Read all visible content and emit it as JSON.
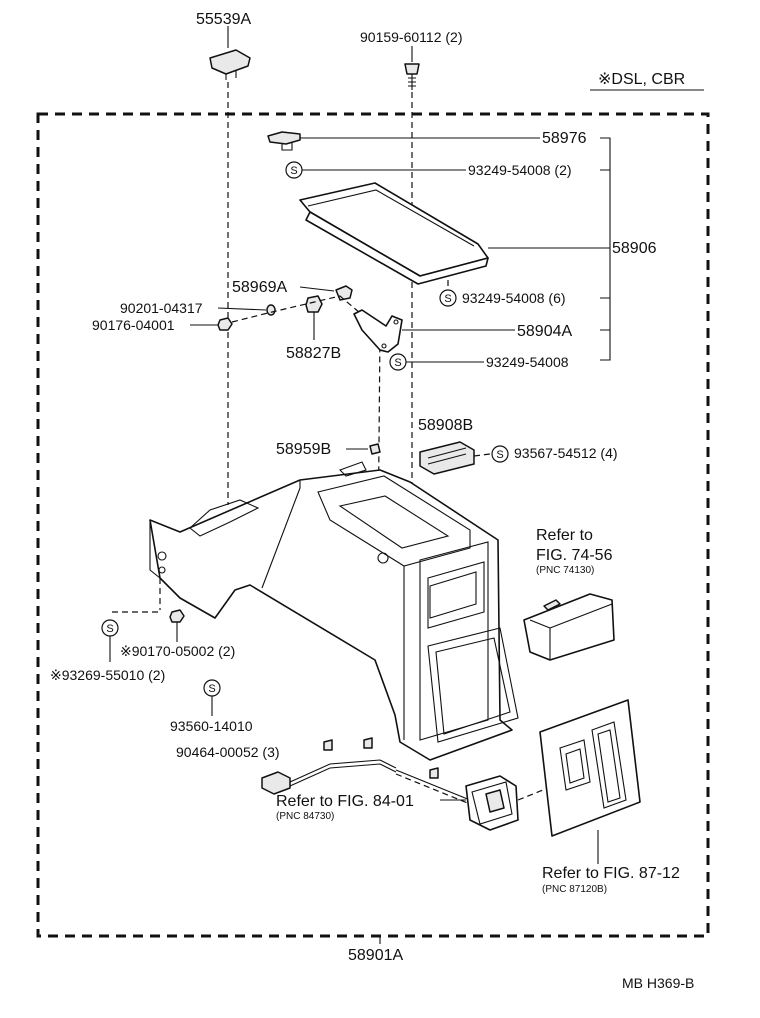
{
  "diagram": {
    "top_left_part": "55539A",
    "top_bolt": "90159-60112 (2)",
    "variant_note": "※DSL, CBR",
    "bottom_assembly": "58901A",
    "drawing_code": "MB H369-B",
    "screw_symbol": "S",
    "labels": {
      "p58976": "58976",
      "p93249_a": "93249-54008 (2)",
      "p58906": "58906",
      "p58969A": "58969A",
      "p90201": "90201-04317",
      "p90176": "90176-04001",
      "p58827B": "58827B",
      "p93249_b": "93249-54008 (6)",
      "p58904A": "58904A",
      "p93249_c": "93249-54008",
      "p58908B": "58908B",
      "p58959B": "58959B",
      "p93567": "93567-54512 (4)",
      "ref74_l1": "Refer to",
      "ref74_l2": "FIG. 74-56",
      "ref74_pnc": "(PNC 74130)",
      "p90170": "※90170-05002 (2)",
      "p93269": "※93269-55010 (2)",
      "p93560": "93560-14010",
      "p90464": "90464-00052 (3)",
      "ref84": "Refer to FIG. 84-01",
      "ref84_pnc": "(PNC 84730)",
      "ref87": "Refer to FIG. 87-12",
      "ref87_pnc": "(PNC 87120B)"
    }
  }
}
